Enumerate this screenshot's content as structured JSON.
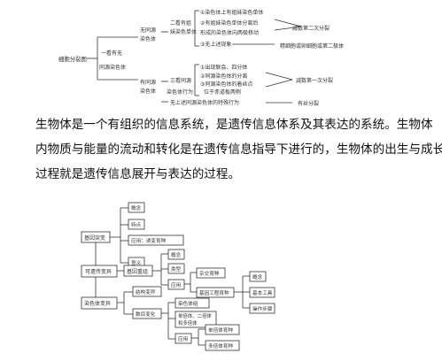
{
  "top_diagram": {
    "root": "细胞分裂图",
    "branch_label_a": "一看有无",
    "branch_label_b": "同源染色体",
    "upper_cond_a": "无同源",
    "upper_cond_b": "染色体",
    "upper_look_a": "二看有姐",
    "upper_look_b": "妹染色单体",
    "upper_items": [
      "①染色体上有姐妹染色单体",
      "②有姐妹染色单体分离后",
      "形成的染色体向两极移动",
      "③无上述现象"
    ],
    "upper_results": [
      "减数第二次分裂",
      "精细胞或卵细胞或第二极体"
    ],
    "lower_cond_a": "有同源",
    "lower_cond_b": "染色体",
    "lower_look_a": "三看同源",
    "lower_look_b": "染色体行为",
    "lower_items": [
      "①出现联会、四分体",
      "②同源染色体的分离",
      "③同源染色体的着丝点",
      "位于赤道板两侧"
    ],
    "lower_result": "减数第一次分裂",
    "bottom_item": "无上述同源染色体的特殊行为",
    "bottom_result": "有丝分裂"
  },
  "paragraph": {
    "line1": "生物体是一个有组织的信息系统，是遗传信息体系及其表达的系统。生物体",
    "line2": "内物质与能量的流动和转化是在遗传信息指导下进行的，生物体的出生与成长",
    "line3": "过程就是遗传信息展开与表达的过程。"
  },
  "concept_map": {
    "root": "可遗传变异",
    "gene_mutation": "基因突变",
    "gm_children": [
      "概念",
      "特点",
      "应用：诱变育种",
      "意义"
    ],
    "gene_recomb": "基因重组",
    "gr_children": [
      "概念",
      "类型",
      "应用"
    ],
    "hybrid": "杂交育种",
    "ge_eng": "基因工程育种",
    "ge_children": [
      "概念",
      "基本工具",
      "操作步骤"
    ],
    "chrom_var": "染色体变异",
    "structural": "结构变异",
    "numerical": "数目变化",
    "groups": [
      "染色体组",
      "单倍体、二倍体\n和多倍体"
    ],
    "apply": "应用",
    "breeding": [
      "单倍体育种",
      "多倍体育种"
    ]
  }
}
